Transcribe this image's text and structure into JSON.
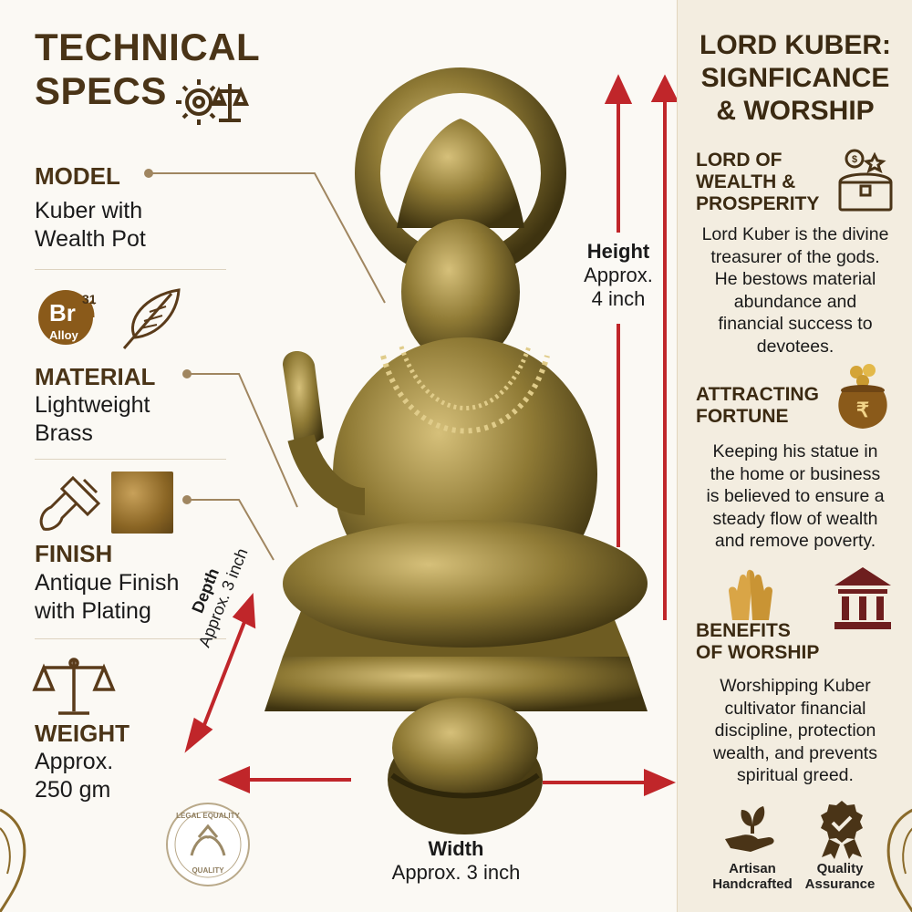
{
  "header": {
    "title_line1": "TECHNICAL",
    "title_line2": "SPECS"
  },
  "specs": {
    "model": {
      "label": "MODEL",
      "value_line1": "Kuber with",
      "value_line2": "Wealth Pot"
    },
    "material_badge": {
      "symbol": "Br",
      "number": "31",
      "sub": "Alloy"
    },
    "material": {
      "label": "MATERIAL",
      "value_line1": "Lightweight",
      "value_line2": "Brass"
    },
    "finish": {
      "label": "FINISH",
      "value_line1": "Antique Finish",
      "value_line2": "with Plating"
    },
    "weight": {
      "label": "WEIGHT",
      "value_line1": "Approx.",
      "value_line2": "250 gm"
    }
  },
  "dimensions": {
    "height": {
      "label": "Height",
      "value_line1": "Approx.",
      "value_line2": "4 inch"
    },
    "depth": {
      "label": "Depth",
      "value": "Approx. 3 inch"
    },
    "width": {
      "label": "Width",
      "value": "Approx. 3 inch"
    }
  },
  "seal": {
    "top_text": "LEGAL EQUALITY",
    "bottom_text": "QUALITY"
  },
  "info": {
    "title_line1": "LORD KUBER:",
    "title_line2": "SIGNFICANCE",
    "title_line3": "& WORSHIP",
    "wealth": {
      "head_line1": "LORD OF",
      "head_line2": "WEALTH &",
      "head_line3": "PROSPERITY",
      "text": [
        "Lord Kuber is the divine",
        "treasurer of the gods.",
        "He bestows material",
        "abundance and",
        "financial success to",
        "devotees."
      ]
    },
    "fortune": {
      "head_line1": "ATTRACTING",
      "head_line2": "FORTUNE",
      "pot_symbol": "₹",
      "text": [
        "Keeping his statue in",
        "the home or business",
        "is believed to ensure a",
        "steady flow of wealth",
        "and remove poverty."
      ]
    },
    "benefits": {
      "head_line1": "BENEFITS",
      "head_line2": "OF WORSHIP",
      "text": [
        "Worshipping Kuber",
        "cultivator financial",
        "discipline, protection",
        "wealth, and prevents",
        "spiritual greed."
      ]
    }
  },
  "badges": {
    "artisan": {
      "line1": "Artisan",
      "line2": "Handcrafted"
    },
    "quality": {
      "line1": "Quality",
      "line2": "Assurance"
    }
  },
  "colors": {
    "brown": "#4a3417",
    "arrow_red": "#c0262a",
    "gold": "#b08a3c",
    "brass": "#8a7330"
  }
}
